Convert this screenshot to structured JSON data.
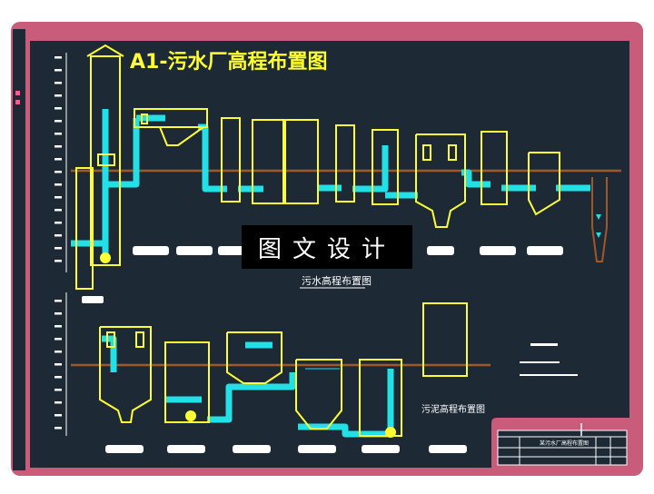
{
  "drawing": {
    "title": "A1-污水厂高程布置图",
    "watermark": "图文设计",
    "colors": {
      "frame": "#c95b7b",
      "sheet": "#1d2a35",
      "structure": "#ffff33",
      "water_pipe": "#22e0e6",
      "ground": "#a0582a",
      "annotation": "#ffffff"
    }
  },
  "sections": {
    "sewage_label": "污水高程布置图",
    "sludge_label": "污泥高程布置图"
  },
  "title_block": {
    "label": "某污水厂高程布置图"
  },
  "icons": {
    "elevation_marker": "triangle-marker-icon",
    "north_arrow": "north-arrow-icon"
  }
}
